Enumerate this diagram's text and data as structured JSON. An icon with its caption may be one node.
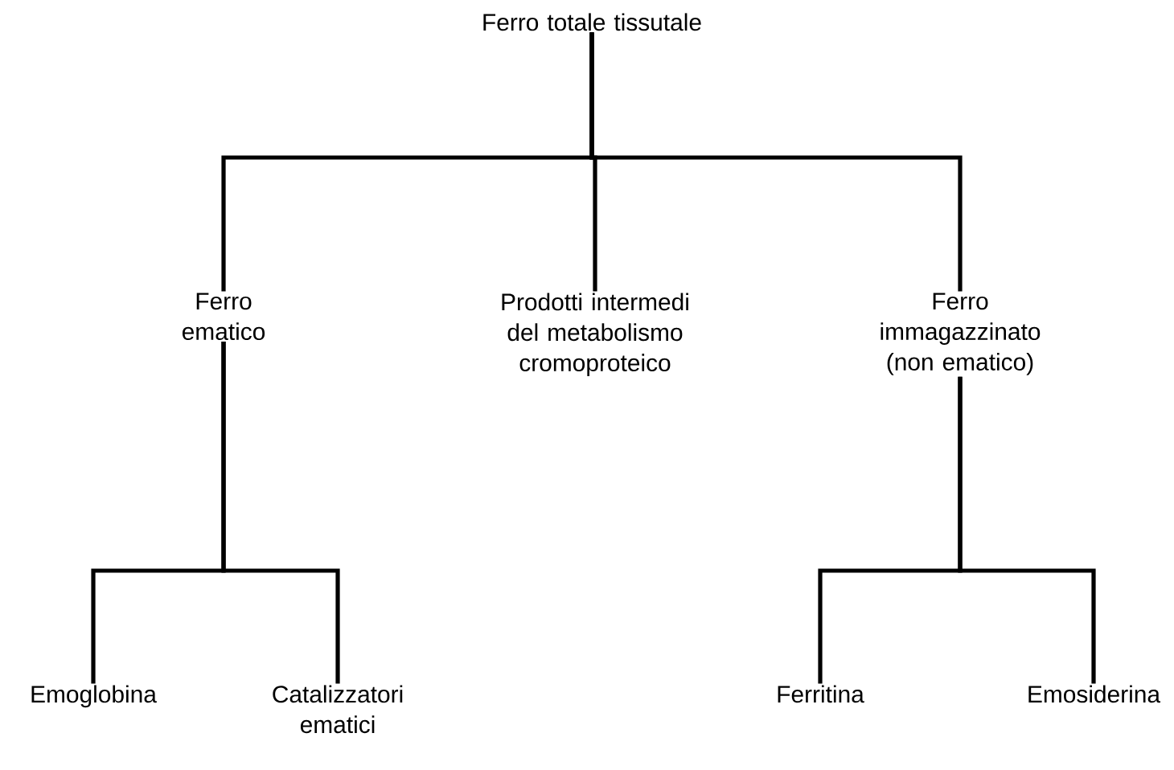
{
  "diagram": {
    "nodes": [
      {
        "text": [
          "Ferro totale tissutale"
        ]
      },
      {
        "text": [
          "Ferro ematico"
        ]
      },
      {
        "text": [
          "Prodotti intermedi del metabolismo cromoproteico"
        ]
      },
      {
        "text": [
          "Ferro immagazzinato (non ematico)"
        ]
      },
      {
        "text": [
          "Emoglobina"
        ]
      },
      {
        "text": [
          "Catalizzatori ematici"
        ]
      },
      {
        "text": [
          "Ferritina"
        ]
      },
      {
        "text": [
          "Emosiderina"
        ]
      }
    ],
    "edges": [
      {
        "from": 0,
        "to": 1,
        "arrow": "none"
      },
      {
        "from": 0,
        "to": 2,
        "arrow": "none"
      },
      {
        "from": 0,
        "to": 3,
        "arrow": "none"
      },
      {
        "from": 1,
        "to": 4,
        "arrow": "none"
      },
      {
        "from": 1,
        "to": 5,
        "arrow": "none"
      },
      {
        "from": 3,
        "to": 6,
        "arrow": "none"
      },
      {
        "from": 3,
        "to": 7,
        "arrow": "none"
      }
    ]
  }
}
